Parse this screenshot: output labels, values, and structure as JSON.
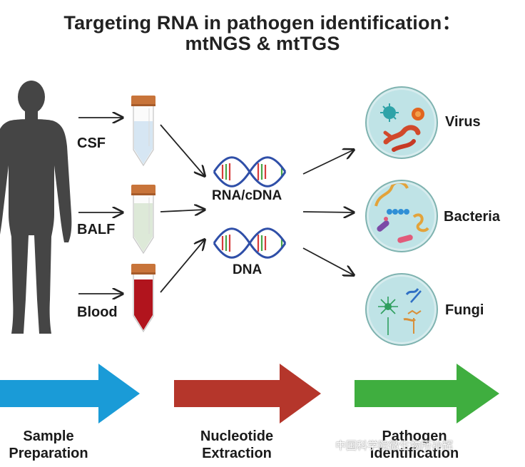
{
  "title": {
    "line1": "Targeting RNA in pathogen identification：",
    "line2": "mtNGS & mtTGS"
  },
  "samples": [
    "CSF",
    "BALF",
    "Blood"
  ],
  "nucleic": [
    "RNA/cDNA",
    "DNA"
  ],
  "pathogens": [
    "Virus",
    "Bacteria",
    "Fungi"
  ],
  "stages": [
    {
      "line1": "Sample",
      "line2": "Preparation",
      "color": "#1a9bd7"
    },
    {
      "line1": "Nucleotide",
      "line2": "Extraction",
      "color": "#b5362b"
    },
    {
      "line1": "Pathogen",
      "line2": "Identification",
      "color": "#3fae3f"
    }
  ],
  "colors": {
    "human_silhouette": "#454545",
    "tube_cap": "#c8743a",
    "csf_fluid": "#d6e6f3",
    "balf_fluid": "#dde9d8",
    "blood_fluid": "#b1141d",
    "dish_fill": "#bfe3e6",
    "dish_rim": "#7fb3b0"
  },
  "watermark": "中国科学院微生物所孙辉"
}
